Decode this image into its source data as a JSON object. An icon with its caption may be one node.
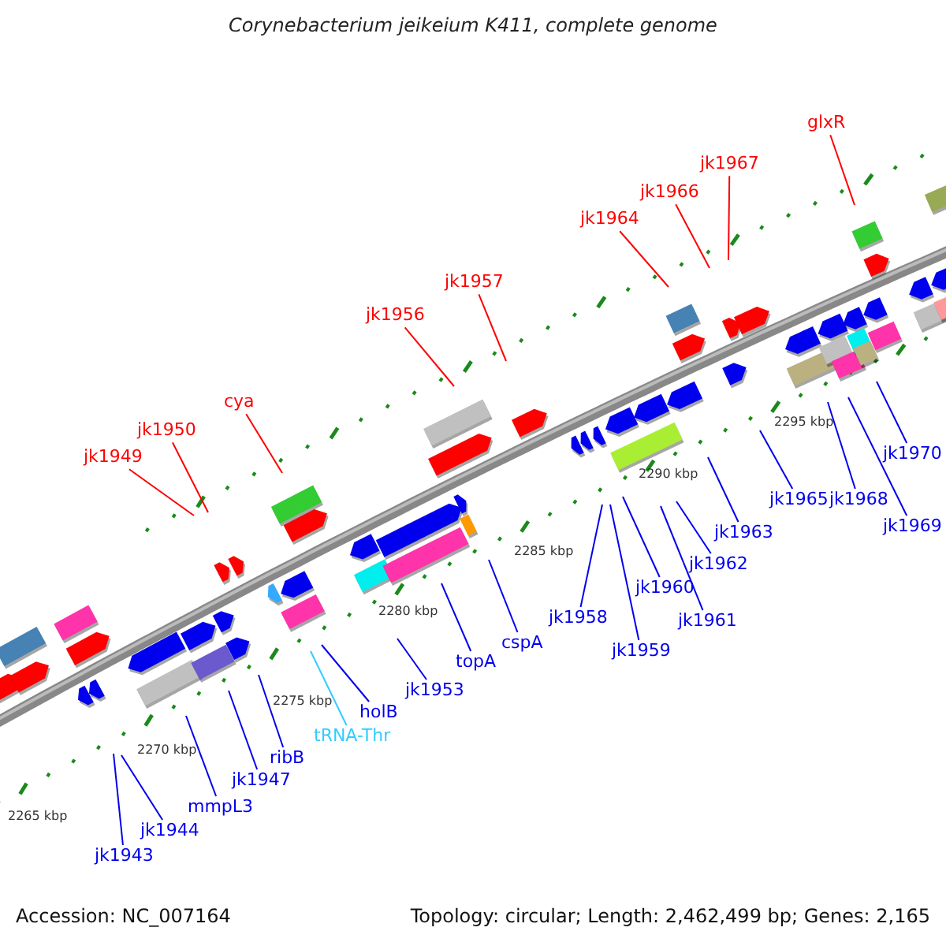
{
  "diagram": {
    "title": "Corynebacterium jeikeium K411, complete genome",
    "nodes": [
      {
        "text": [
          "jk1949"
        ]
      },
      {
        "text": [
          "jk1950"
        ]
      },
      {
        "text": [
          "cya"
        ]
      },
      {
        "text": [
          "jk1956"
        ]
      },
      {
        "text": [
          "jk1957"
        ]
      },
      {
        "text": [
          "jk1964"
        ]
      },
      {
        "text": [
          "jk1966"
        ]
      },
      {
        "text": [
          "jk1967"
        ]
      },
      {
        "text": [
          "glxR"
        ]
      },
      {
        "text": [
          "jk1943"
        ]
      },
      {
        "text": [
          "jk1944"
        ]
      },
      {
        "text": [
          "mmpL3"
        ]
      },
      {
        "text": [
          "jk1947"
        ]
      },
      {
        "text": [
          "ribB"
        ]
      },
      {
        "text": [
          "tRNA-Thr"
        ]
      },
      {
        "text": [
          "holB"
        ]
      },
      {
        "text": [
          "jk1953"
        ]
      },
      {
        "text": [
          "topA"
        ]
      },
      {
        "text": [
          "cspA"
        ]
      },
      {
        "text": [
          "jk1958"
        ]
      },
      {
        "text": [
          "jk1959"
        ]
      },
      {
        "text": [
          "jk1960"
        ]
      },
      {
        "text": [
          "jk1961"
        ]
      },
      {
        "text": [
          "jk1962"
        ]
      },
      {
        "text": [
          "jk1963"
        ]
      },
      {
        "text": [
          "jk1965"
        ]
      },
      {
        "text": [
          "jk1968"
        ]
      },
      {
        "text": [
          "jk1969"
        ]
      },
      {
        "text": [
          "jk1970"
        ]
      }
    ],
    "edges": [
      {
        "from": 0,
        "to": null,
        "arrow": "none",
        "color": "#ff0000"
      },
      {
        "from": 1,
        "to": null,
        "arrow": "none",
        "color": "#ff0000"
      },
      {
        "from": 2,
        "to": null,
        "arrow": "none",
        "color": "#ff0000"
      },
      {
        "from": 3,
        "to": null,
        "arrow": "none",
        "color": "#ff0000"
      },
      {
        "from": 4,
        "to": null,
        "arrow": "none",
        "color": "#ff0000"
      },
      {
        "from": 5,
        "to": null,
        "arrow": "none",
        "color": "#ff0000"
      },
      {
        "from": 6,
        "to": null,
        "arrow": "none",
        "color": "#ff0000"
      },
      {
        "from": 7,
        "to": null,
        "arrow": "none",
        "color": "#ff0000"
      },
      {
        "from": 8,
        "to": null,
        "arrow": "none",
        "color": "#ff0000"
      },
      {
        "from": 9,
        "to": null,
        "arrow": "none"
      },
      {
        "from": 10,
        "to": null,
        "arrow": "none"
      },
      {
        "from": 11,
        "to": null,
        "arrow": "none"
      },
      {
        "from": 12,
        "to": null,
        "arrow": "none"
      },
      {
        "from": 13,
        "to": null,
        "arrow": "none"
      },
      {
        "from": 14,
        "to": null,
        "arrow": "none",
        "color": "#33ccff"
      },
      {
        "from": 15,
        "to": null,
        "arrow": "none"
      },
      {
        "from": 16,
        "to": null,
        "arrow": "none"
      },
      {
        "from": 17,
        "to": null,
        "arrow": "none"
      },
      {
        "from": 18,
        "to": null,
        "arrow": "none"
      },
      {
        "from": 19,
        "to": null,
        "arrow": "none"
      },
      {
        "from": 20,
        "to": null,
        "arrow": "none"
      },
      {
        "from": 21,
        "to": null,
        "arrow": "none"
      },
      {
        "from": 22,
        "to": null,
        "arrow": "none"
      },
      {
        "from": 23,
        "to": null,
        "arrow": "none"
      },
      {
        "from": 24,
        "to": null,
        "arrow": "none"
      },
      {
        "from": 25,
        "to": null,
        "arrow": "none"
      },
      {
        "from": 26,
        "to": null,
        "arrow": "none"
      },
      {
        "from": 27,
        "to": null,
        "arrow": "none"
      },
      {
        "from": 28,
        "to": null,
        "arrow": "none"
      }
    ],
    "labels": [
      "2265 kbp",
      "2270 kbp",
      "2275 kbp",
      "2280 kbp",
      "2285 kbp",
      "2290 kbp",
      "2295 kbp",
      "Accession: NC_007164",
      "Topology: circular; Length: 2,462,499 bp; Genes: 2,165"
    ]
  }
}
